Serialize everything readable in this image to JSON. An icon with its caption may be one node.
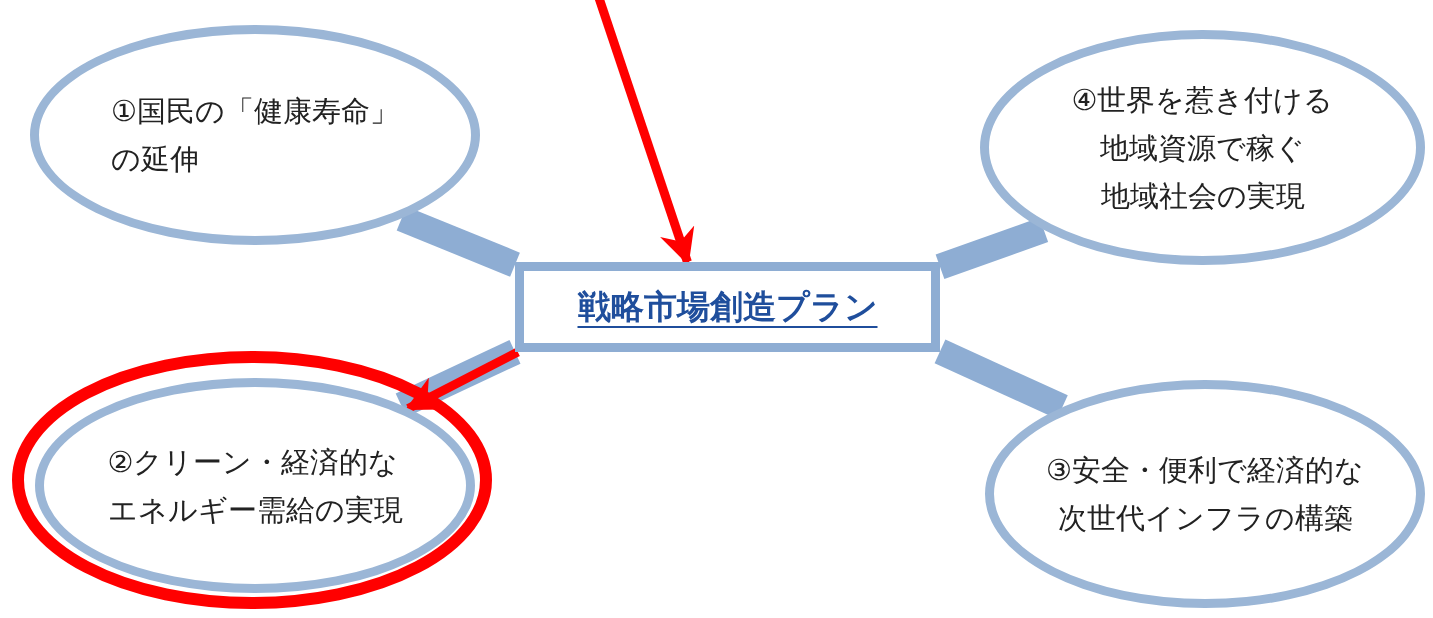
{
  "diagram": {
    "nodes": [
      {
        "text": [
          "①国民の「健康寿命」の延伸"
        ]
      },
      {
        "text": [
          "④世界を惹き付ける地域資源で稼ぐ地域社会の実現"
        ]
      },
      {
        "text": [
          "戦略市場創造プラン"
        ]
      },
      {
        "text": [
          "②クリーン・経済的なエネルギー需給の実現"
        ]
      },
      {
        "text": [
          "③安全・便利で経済的な次世代インフラの構築"
        ]
      }
    ],
    "edges": [
      {
        "from": 2,
        "to": 0,
        "arrow": "none"
      },
      {
        "from": 2,
        "to": 1,
        "arrow": "none"
      },
      {
        "from": 2,
        "to": 3,
        "arrow": "none"
      },
      {
        "from": 2,
        "to": 4,
        "arrow": "none"
      },
      {
        "from": null,
        "to": 2,
        "arrow": "to",
        "color": "#ff0000"
      },
      {
        "from": 2,
        "to": 3,
        "arrow": "to",
        "color": "#ff0000"
      }
    ]
  }
}
